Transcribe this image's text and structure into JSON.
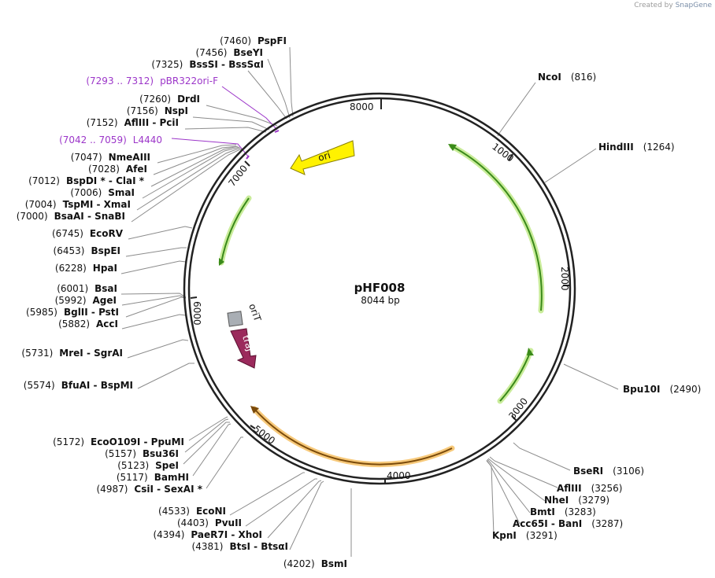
{
  "credit": {
    "prefix": "Created by",
    "brand": "SnapGene"
  },
  "plasmid": {
    "name": "pHF008",
    "length": "8044 bp"
  },
  "ticks": [
    "1000",
    "2000",
    "3000",
    "4000",
    "5000",
    "6000",
    "7000",
    "8000"
  ],
  "enzymes_left": [
    {
      "pos": "(7460)",
      "name": "PspFI"
    },
    {
      "pos": "(7456)",
      "name": "BseYI"
    },
    {
      "pos": "(7325)",
      "name": "BssSI  - BssSαI"
    },
    {
      "pos": "(7260)",
      "name": "DrdI"
    },
    {
      "pos": "(7156)",
      "name": "NspI"
    },
    {
      "pos": "(7152)",
      "name": "AflIII  - PciI"
    },
    {
      "pos": "(7047)",
      "name": "NmeAIII"
    },
    {
      "pos": "(7028)",
      "name": "AfeI"
    },
    {
      "pos": "(7012)",
      "name": "BspDI * - ClaI *"
    },
    {
      "pos": "(7006)",
      "name": "SmaI"
    },
    {
      "pos": "(7004)",
      "name": "TspMI  - XmaI"
    },
    {
      "pos": "(7000)",
      "name": "BsaAI  - SnaBI"
    },
    {
      "pos": "(6745)",
      "name": "EcoRV"
    },
    {
      "pos": "(6453)",
      "name": "BspEI"
    },
    {
      "pos": "(6228)",
      "name": "HpaI"
    },
    {
      "pos": "(6001)",
      "name": "BsaI"
    },
    {
      "pos": "(5992)",
      "name": "AgeI"
    },
    {
      "pos": "(5985)",
      "name": "BglII  - PstI"
    },
    {
      "pos": "(5882)",
      "name": "AccI"
    },
    {
      "pos": "(5731)",
      "name": "MreI  - SgrAI"
    },
    {
      "pos": "(5574)",
      "name": "BfuAI  - BspMI"
    },
    {
      "pos": "(5172)",
      "name": "EcoO109I  - PpuMI"
    },
    {
      "pos": "(5157)",
      "name": "Bsu36I"
    },
    {
      "pos": "(5123)",
      "name": "SpeI"
    },
    {
      "pos": "(5117)",
      "name": "BamHI"
    },
    {
      "pos": "(4987)",
      "name": "CsiI  - SexAI *"
    },
    {
      "pos": "(4533)",
      "name": "EcoNI"
    },
    {
      "pos": "(4403)",
      "name": "PvuII"
    },
    {
      "pos": "(4394)",
      "name": "PaeR7I  - XhoI"
    },
    {
      "pos": "(4381)",
      "name": "BtsI  - BtsαI"
    },
    {
      "pos": "(4202)",
      "name": "BsmI"
    }
  ],
  "primers": [
    {
      "pos": "(7293 .. 7312)",
      "name": "pBR322ori-F"
    },
    {
      "pos": "(7042 .. 7059)",
      "name": "L4440"
    }
  ],
  "enzymes_right": [
    {
      "name": "NcoI",
      "pos": "(816)"
    },
    {
      "name": "HindIII",
      "pos": "(1264)"
    },
    {
      "name": "Bpu10I",
      "pos": "(2490)"
    },
    {
      "name": "BseRI",
      "pos": "(3106)"
    },
    {
      "name": "AflIII",
      "pos": "(3256)"
    },
    {
      "name": "NheI",
      "pos": "(3279)"
    },
    {
      "name": "BmtI",
      "pos": "(3283)"
    },
    {
      "name": "Acc65I  - BanI",
      "pos": "(3287)"
    },
    {
      "name": "KpnI",
      "pos": "(3291)"
    }
  ],
  "features": {
    "ori": "ori",
    "oriT": "oriT",
    "traJ": "traJ"
  },
  "colors": {
    "backbone": "#222222",
    "orf_green": "#3a8a1a",
    "orf_glow": "#c9ec9a",
    "orange_glow": "#f7c97a",
    "ori_yellow": "#fff200",
    "traJ": "#9b2a5c",
    "oriT_grey": "#a9aeb4",
    "primer": "#9c36c9",
    "leader": "#8c8c8c"
  }
}
